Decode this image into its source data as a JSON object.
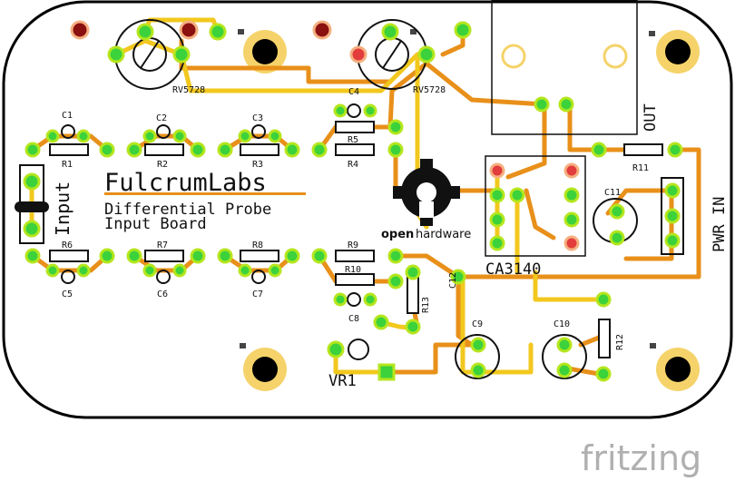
{
  "board": {
    "brand": "FulcrumLabs",
    "subtitle_line1": "Differential Probe",
    "subtitle_line2": "Input Board",
    "input_label": "Input",
    "out_label": "OUT",
    "pwr_label": "PWR IN",
    "ic_label": "CA3140",
    "oshw_label1": "open",
    "oshw_label2": "hardware",
    "watermark": "fritzing"
  },
  "colors": {
    "board_bg": "#ffffff",
    "board_outline": "#000000",
    "trace_orange": "#e8901a",
    "trace_yellow": "#f2c81e",
    "pad_green": "#3cd23c",
    "pad_ring": "#b5e61d",
    "mount_gold": "#f5d36a",
    "red_pad": "#d01010",
    "watermark": "#b0b0b0"
  },
  "components": {
    "pot_left": "RV5728",
    "pot_right": "RV5728",
    "c1": "C1",
    "c2": "C2",
    "c3": "C3",
    "c4": "C4",
    "c5": "C5",
    "c6": "C6",
    "c7": "C7",
    "c8": "C8",
    "c9": "C9",
    "c10": "C10",
    "c11": "C11",
    "c12": "C12",
    "r1": "R1",
    "r2": "R2",
    "r3": "R3",
    "r4": "R4",
    "r5": "R5",
    "r6": "R6",
    "r7": "R7",
    "r8": "R8",
    "r9": "R9",
    "r10": "R10",
    "r11": "R11",
    "r12": "R12",
    "r13": "R13",
    "vr1": "VR1"
  }
}
